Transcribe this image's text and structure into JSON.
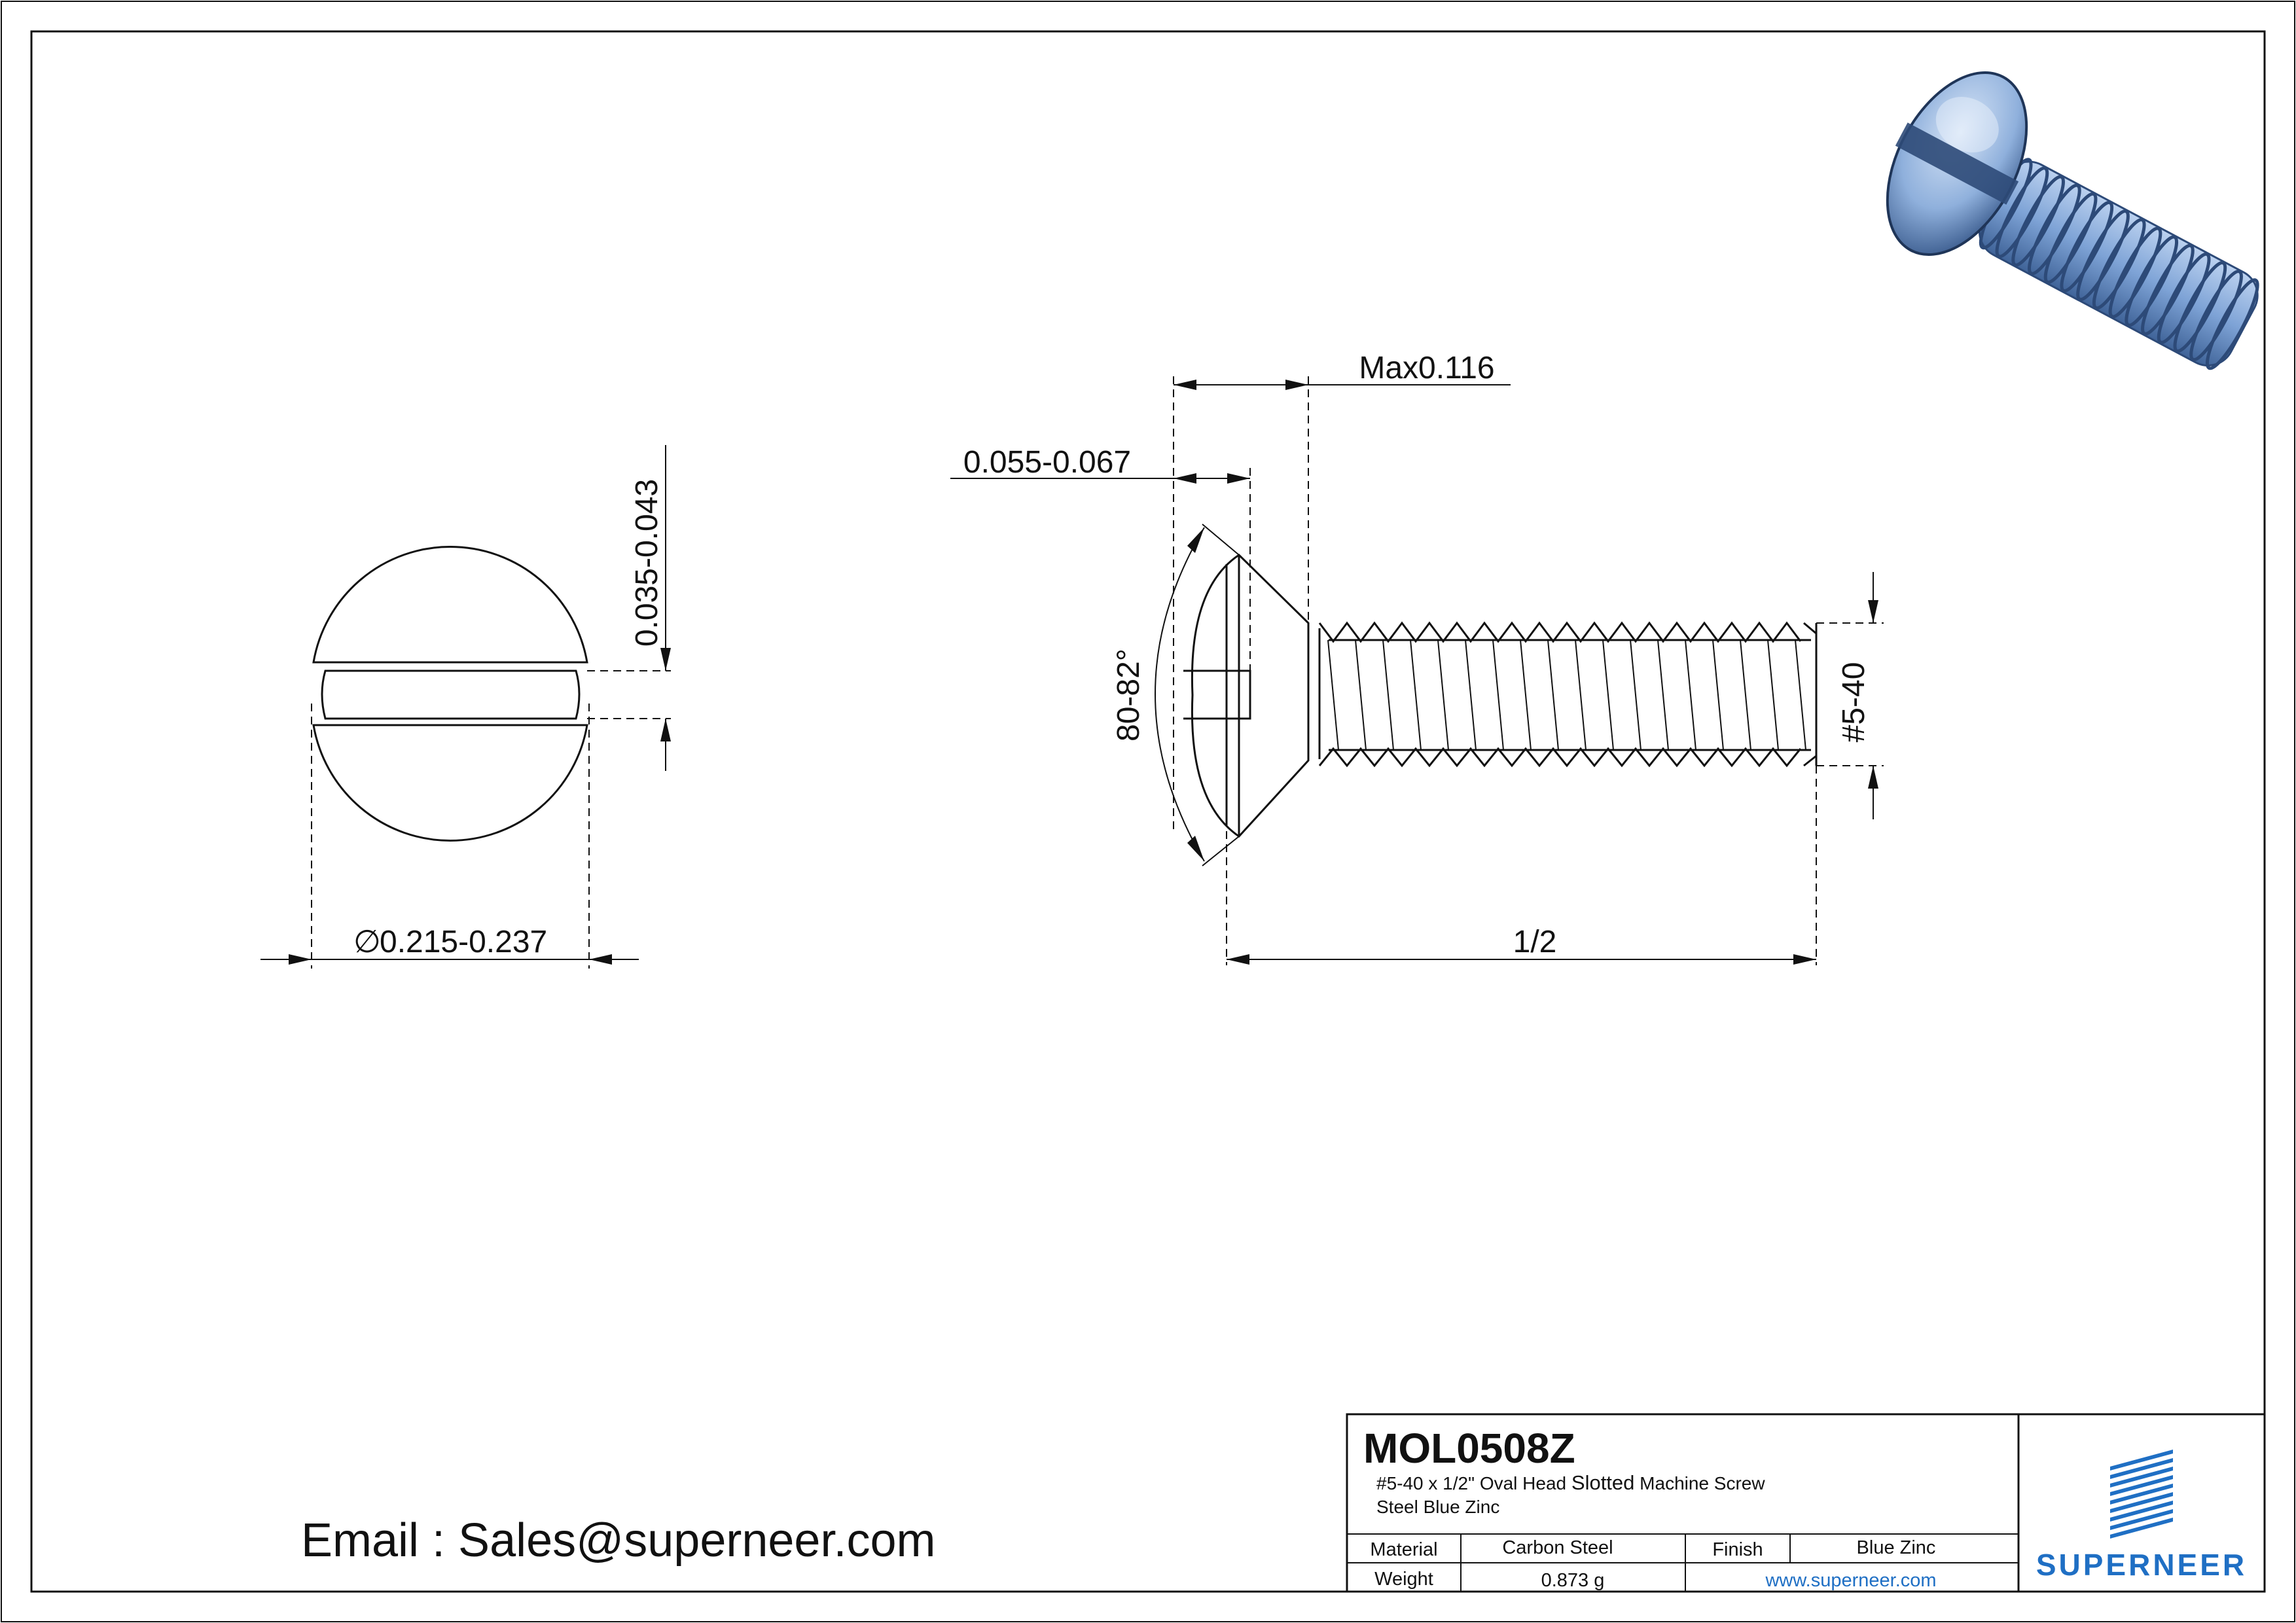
{
  "drawing": {
    "dimensions": {
      "head_height": "0.035-0.043",
      "head_diameter": "0.215-0.237",
      "head_max": "Max0.116",
      "slot_width": "0.055-0.067",
      "head_angle": "80-82°",
      "thread": "#5-40",
      "length": "1/2"
    },
    "diameter_symbol": "∅"
  },
  "email_line": "Email : Sales@superneer.com",
  "title_block": {
    "part_number": "MOL0508Z",
    "desc_prefix": "#5-40 x 1/2\" Oval Head ",
    "desc_emph": "Slotted",
    "desc_suffix": " Machine Screw",
    "desc_line2": "Steel Blue Zinc",
    "material_label": "Material",
    "material_value": "Carbon Steel",
    "finish_label": "Finish",
    "finish_value": "Blue Zinc",
    "weight_label": "Weight",
    "weight_value": "0.873 g",
    "website": "www.superneer.com",
    "logo_text": "SUPERNEER"
  },
  "colors": {
    "logo_blue": "#1f6fc4",
    "screw_blue": "#7ea3d6",
    "screw_dark": "#2d4a78",
    "link_blue": "#1f6fc4"
  }
}
